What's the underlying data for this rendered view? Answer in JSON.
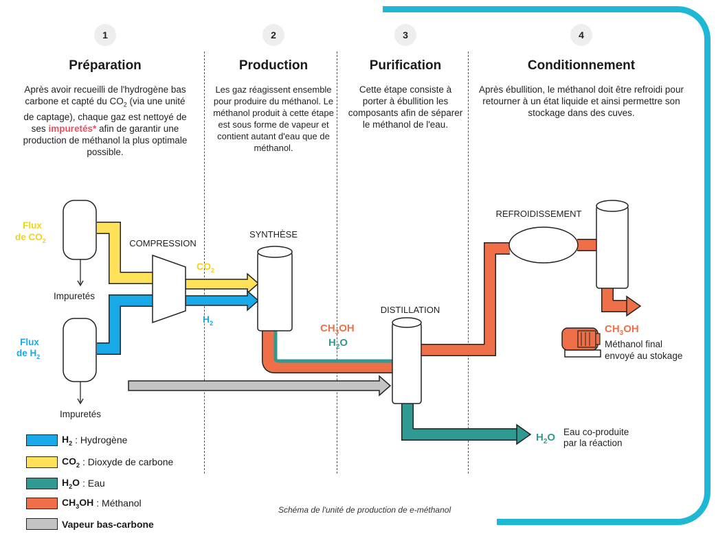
{
  "steps": [
    {
      "num": "1",
      "title": "Préparation",
      "desc_part1": "Après avoir recueilli de l'hydrogène bas carbone et capté du CO",
      "desc_sub": "2",
      "desc_part2": " (via une unité de captage), chaque gaz est nettoyé de ses ",
      "desc_highlight": "impuretés*",
      "desc_part3": " afin de garantir une production de méthanol la plus optimale possible."
    },
    {
      "num": "2",
      "title": "Production",
      "desc": "Les gaz réagissent ensemble pour produire du méthanol. Le méthanol produit à cette étape est sous forme de vapeur et contient autant d'eau que de méthanol."
    },
    {
      "num": "3",
      "title": "Purification",
      "desc": "Cette étape consiste à porter à ébullition les composants afin de séparer le méthanol de l'eau."
    },
    {
      "num": "4",
      "title": "Conditionnement",
      "desc": "Après ébullition, le méthanol doit être refroidi pour retourner à un état liquide et ainsi permettre son stockage dans des cuves."
    }
  ],
  "diagram": {
    "flux_co2_line1": "Flux",
    "flux_co2_line2": "de CO",
    "flux_co2_sub": "2",
    "flux_h2_line1": "Flux",
    "flux_h2_line2": "de H",
    "flux_h2_sub": "2",
    "impurities": "Impuretés",
    "compression": "COMPRESSION",
    "synthesis": "SYNTHÈSE",
    "co2_label": "CO",
    "co2_sub": "2",
    "h2_label": "H",
    "h2_sub": "2",
    "distillation": "DISTILLATION",
    "refroidissement": "REFROIDISSEMENT",
    "ch3oh_a": "CH",
    "ch3oh_sub": "3",
    "ch3oh_b": "OH",
    "h2o_a": "H",
    "h2o_sub": "2",
    "h2o_b": "O",
    "final_line1": "Méthanol final",
    "final_line2": "envoyé au stokage",
    "water_line1": "Eau co-produite",
    "water_line2": "par la réaction"
  },
  "legend": [
    {
      "formula": "H",
      "sub": "2",
      "name": ": Hydrogène",
      "color": "#1aa9e8"
    },
    {
      "formula": "CO",
      "sub": "2",
      "name": ": Dioxyde de carbone",
      "color": "#ffe15a"
    },
    {
      "formula": "H",
      "sub": "2",
      "formula_end": "O",
      "name": ": Eau",
      "color": "#2f9a91"
    },
    {
      "formula": "CH",
      "sub": "3",
      "formula_end": "OH",
      "name": ": Méthanol",
      "color": "#ef7048"
    },
    {
      "formula": "Vapeur bas-carbone",
      "name": "",
      "color": "#c4c4c4"
    }
  ],
  "caption": "Schéma de l'unité de production de e-méthanol",
  "colors": {
    "h2": "#1aa9e8",
    "co2": "#ffe15a",
    "water": "#2f9a91",
    "methanol": "#ef7048",
    "steam": "#c4c4c4",
    "frame": "#1fb8d4"
  }
}
